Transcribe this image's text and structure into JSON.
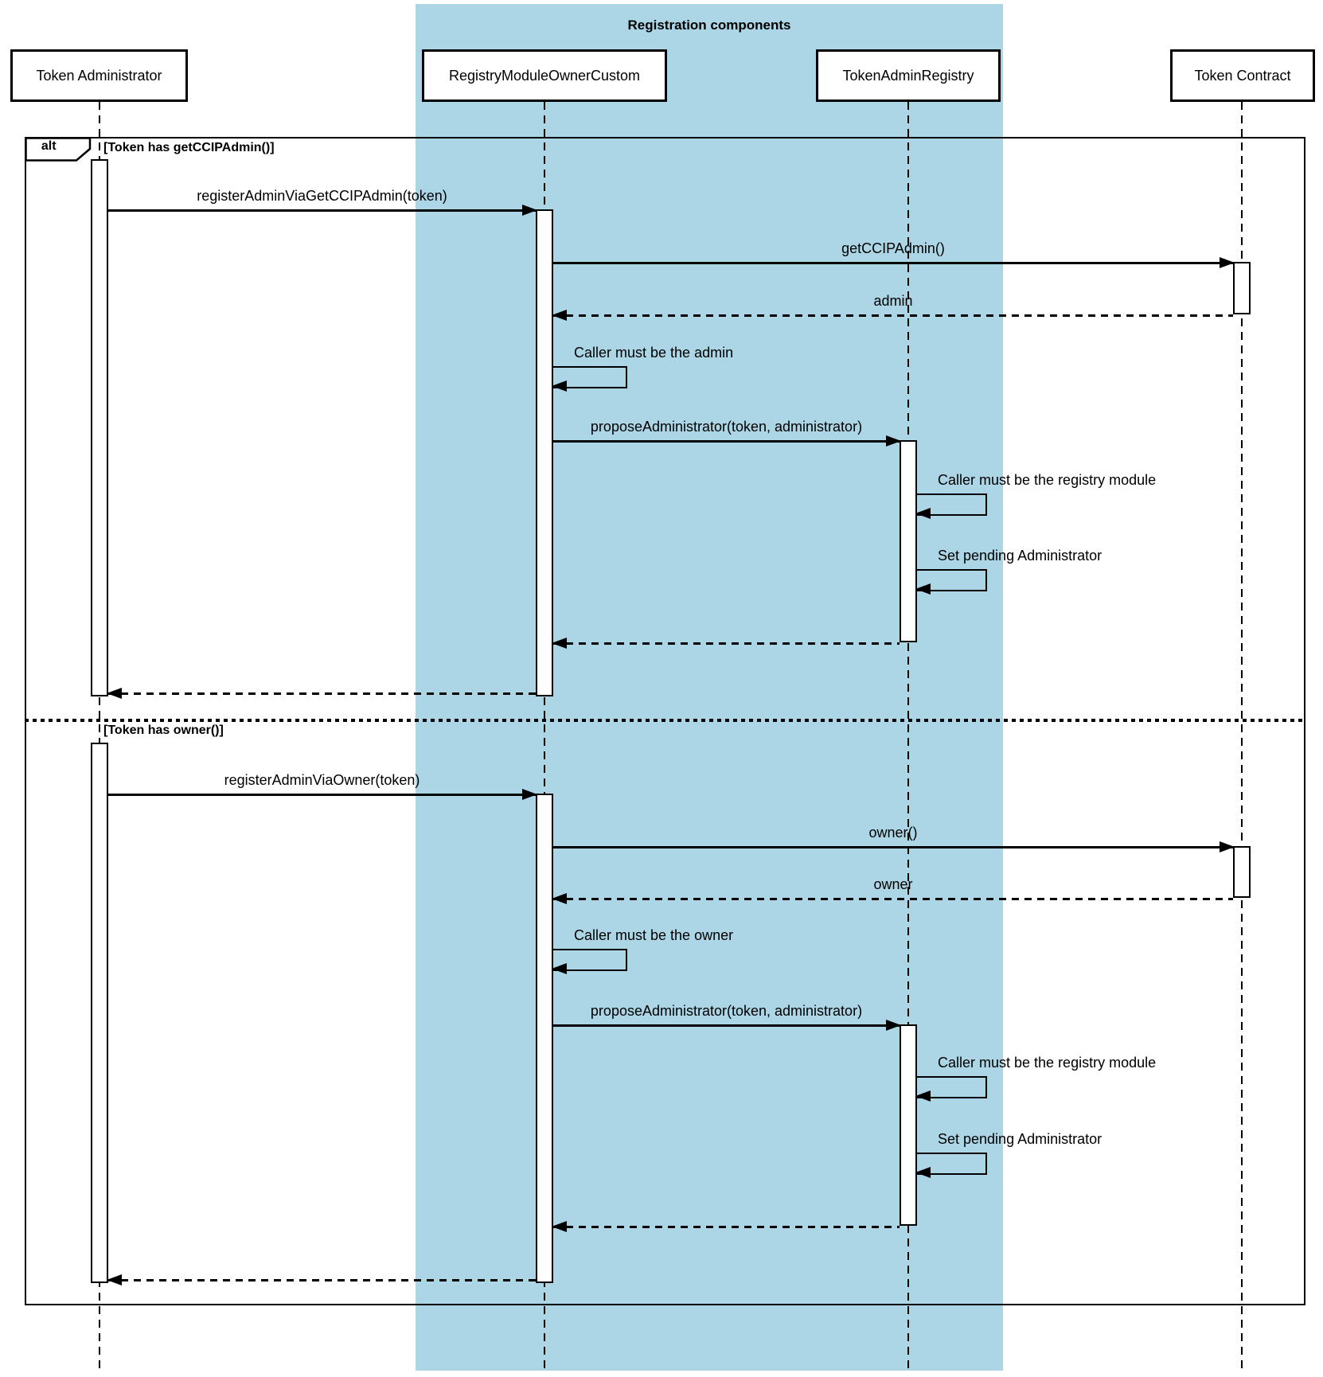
{
  "diagram": {
    "type": "uml-sequence",
    "group_title": "Registration components",
    "colors": {
      "group_background": "#ACD6E6",
      "line": "#000000",
      "participant_fill": "#FFFFFF"
    },
    "participants": [
      {
        "id": "token-administrator",
        "label": "Token Administrator",
        "in_group": false
      },
      {
        "id": "registry-module-owner-custom",
        "label": "RegistryModuleOwnerCustom",
        "in_group": true
      },
      {
        "id": "token-admin-registry",
        "label": "TokenAdminRegistry",
        "in_group": true
      },
      {
        "id": "token-contract",
        "label": "Token Contract",
        "in_group": false
      }
    ],
    "fragment": {
      "operator": "alt",
      "conditions": [
        "[Token has getCCIPAdmin()]",
        "[Token has owner()]"
      ]
    },
    "messages": [
      {
        "section": 0,
        "label": "registerAdminViaGetCCIPAdmin(token)",
        "from": "token-administrator",
        "to": "registry-module-owner-custom",
        "style": "call"
      },
      {
        "section": 0,
        "label": "getCCIPAdmin()",
        "from": "registry-module-owner-custom",
        "to": "token-contract",
        "style": "call"
      },
      {
        "section": 0,
        "label": "admin",
        "from": "token-contract",
        "to": "registry-module-owner-custom",
        "style": "return"
      },
      {
        "section": 0,
        "label": "Caller must be the admin",
        "from": "registry-module-owner-custom",
        "to": "registry-module-owner-custom",
        "style": "self"
      },
      {
        "section": 0,
        "label": "proposeAdministrator(token, administrator)",
        "from": "registry-module-owner-custom",
        "to": "token-admin-registry",
        "style": "call"
      },
      {
        "section": 0,
        "label": "Caller must be the registry module",
        "from": "token-admin-registry",
        "to": "token-admin-registry",
        "style": "self"
      },
      {
        "section": 0,
        "label": "Set pending Administrator",
        "from": "token-admin-registry",
        "to": "token-admin-registry",
        "style": "self"
      },
      {
        "section": 0,
        "label": "",
        "from": "token-admin-registry",
        "to": "registry-module-owner-custom",
        "style": "return"
      },
      {
        "section": 0,
        "label": "",
        "from": "registry-module-owner-custom",
        "to": "token-administrator",
        "style": "return"
      },
      {
        "section": 1,
        "label": "registerAdminViaOwner(token)",
        "from": "token-administrator",
        "to": "registry-module-owner-custom",
        "style": "call"
      },
      {
        "section": 1,
        "label": "owner()",
        "from": "registry-module-owner-custom",
        "to": "token-contract",
        "style": "call"
      },
      {
        "section": 1,
        "label": "owner",
        "from": "token-contract",
        "to": "registry-module-owner-custom",
        "style": "return"
      },
      {
        "section": 1,
        "label": "Caller must be the owner",
        "from": "registry-module-owner-custom",
        "to": "registry-module-owner-custom",
        "style": "self"
      },
      {
        "section": 1,
        "label": "proposeAdministrator(token, administrator)",
        "from": "registry-module-owner-custom",
        "to": "token-admin-registry",
        "style": "call"
      },
      {
        "section": 1,
        "label": "Caller must be the registry module",
        "from": "token-admin-registry",
        "to": "token-admin-registry",
        "style": "self"
      },
      {
        "section": 1,
        "label": "Set pending Administrator",
        "from": "token-admin-registry",
        "to": "token-admin-registry",
        "style": "self"
      },
      {
        "section": 1,
        "label": "",
        "from": "token-admin-registry",
        "to": "registry-module-owner-custom",
        "style": "return"
      },
      {
        "section": 1,
        "label": "",
        "from": "registry-module-owner-custom",
        "to": "token-administrator",
        "style": "return"
      }
    ]
  }
}
